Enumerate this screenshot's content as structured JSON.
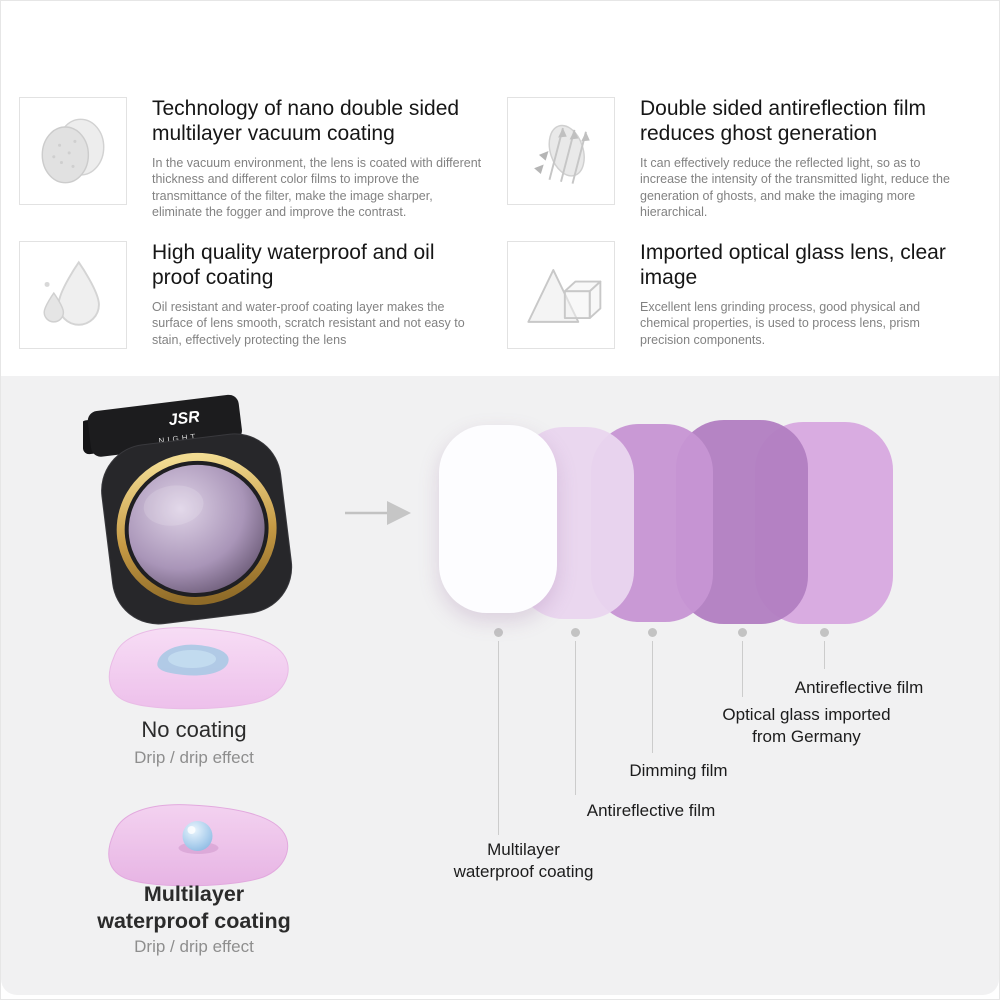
{
  "features": [
    {
      "icon": "nano-coating-disc-icon",
      "title": "Technology of nano double sided multilayer vacuum coating",
      "body": "In the vacuum environment, the lens is coated with different thickness and different color films to improve the transmittance of the filter, make the image sharper, eliminate the fogger and improve the contrast."
    },
    {
      "icon": "antireflection-lens-arrows-icon",
      "title": "Double sided antireflection film reduces ghost generation",
      "body": "It can effectively reduce the reflected light, so as to increase the intensity of the transmitted light, reduce the generation of ghosts, and make the imaging more hierarchical."
    },
    {
      "icon": "water-drops-icon",
      "title": "High quality waterproof and oil proof coating",
      "body": "Oil resistant and water-proof coating layer makes the surface of lens smooth, scratch resistant and not easy to stain, effectively protecting the lens"
    },
    {
      "icon": "prism-cube-icon",
      "title": "Imported optical glass lens, clear image",
      "body": "Excellent lens grinding process, good physical and chemical properties, is used to process lens, prism precision components."
    }
  ],
  "product": {
    "brand": "JSR",
    "model": "NIGHT"
  },
  "layer_diagram": {
    "layers": [
      {
        "label": "Multilayer\nwaterproof coating",
        "color": "#fdfdff"
      },
      {
        "label": "Antireflective film",
        "color": "#e9d5ee"
      },
      {
        "label": "Dimming film",
        "color": "#c795d3"
      },
      {
        "label": "Optical glass imported\nfrom Germany",
        "color": "#b27fc2"
      },
      {
        "label": "Antireflective film",
        "color": "#d7a9e0"
      }
    ]
  },
  "coating_demo": [
    {
      "title": "No coating",
      "subtitle": "Drip / drip effect"
    },
    {
      "title": "Multilayer\nwaterproof coating",
      "subtitle": "Drip / drip effect"
    }
  ],
  "colors": {
    "panel_bg": "#f1f1f2",
    "gold_ring": "#d4af5e",
    "heading": "#1a1a1a",
    "body_text": "#828282"
  }
}
